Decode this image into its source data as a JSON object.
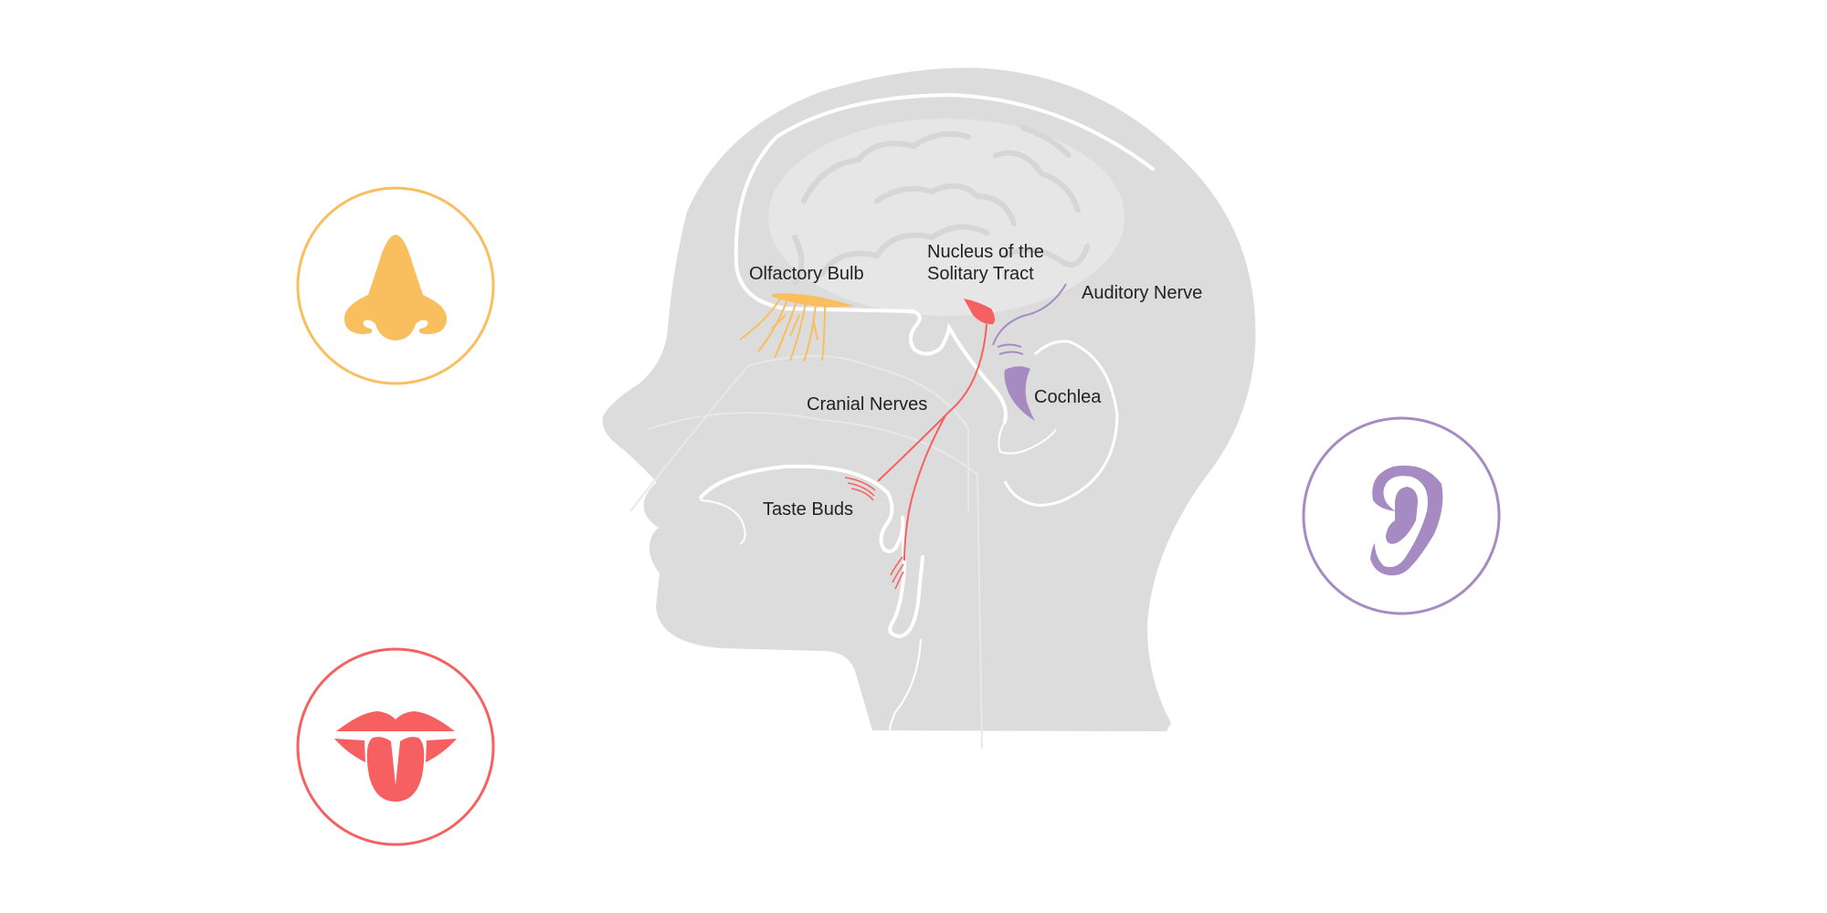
{
  "labels": {
    "olfactory_bulb": "Olfactory Bulb",
    "nucleus_line1": "Nucleus of the",
    "nucleus_line2": "Solitary Tract",
    "auditory_nerve": "Auditory Nerve",
    "cochlea": "Cochlea",
    "cranial_nerves": "Cranial Nerves",
    "taste_buds": "Taste Buds"
  },
  "icons": {
    "smell": "nose-icon",
    "taste": "tongue-icon",
    "hearing": "ear-icon"
  },
  "colors": {
    "smell": "#F9BE5E",
    "taste": "#F66060",
    "hearing": "#A68BC2",
    "head": "#DCDCDC",
    "brain": "#E6E6E6"
  }
}
